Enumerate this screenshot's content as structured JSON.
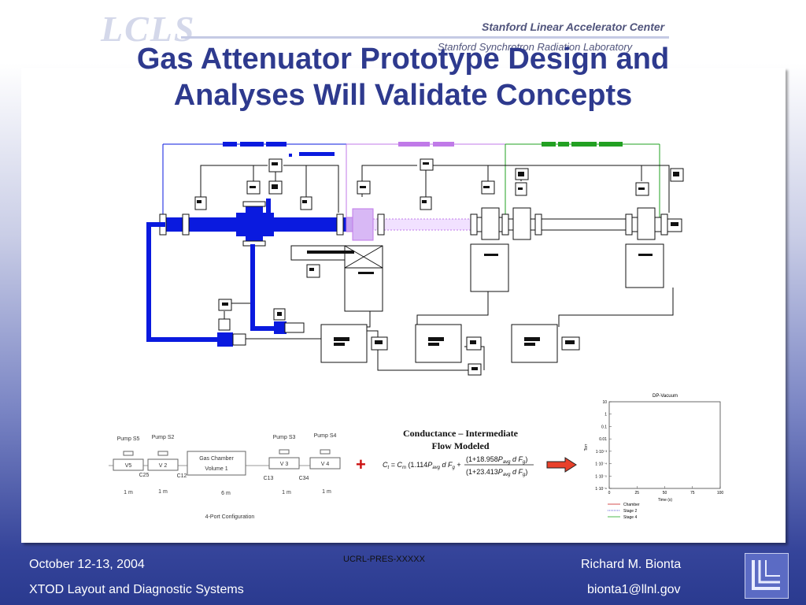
{
  "header": {
    "logo": "LCLS",
    "org_line1": "Stanford Linear Accelerator Center",
    "org_line2": "Stanford Synchrotron Radiation Laboratory",
    "title_line1": "Gas Attenuator Prototype Design and",
    "title_line2": "Analyses Will Validate Concepts"
  },
  "config": {
    "pumps": [
      "Pump S5",
      "Pump S2",
      "Pump S3",
      "Pump S4"
    ],
    "valves": [
      "V5",
      "V 2",
      "V 3",
      "V 4"
    ],
    "chamber_l1": "Gas Chamber",
    "chamber_l2": "Volume 1",
    "connectors": [
      "C25",
      "C12",
      "C13",
      "C34"
    ],
    "lengths": [
      "1 m",
      "1 m",
      "6 m",
      "1 m",
      "1 m"
    ],
    "caption": "4-Port Configuration"
  },
  "equation": {
    "plus": "+",
    "title_l1": "Conductance – Intermediate",
    "title_l2": "Flow Modeled"
  },
  "chart_data": {
    "type": "line",
    "title": "DP-Vacuum",
    "xlabel": "Time (s)",
    "ylabel": "Torr",
    "x_ticks": [
      "0",
      "25",
      "50",
      "75",
      "100"
    ],
    "y_ticks": [
      "10",
      "1",
      "0.1",
      "0.01",
      "1·10⁻³",
      "1·10⁻⁴",
      "1·10⁻⁵",
      "1·10⁻⁶"
    ],
    "xlim": [
      0,
      100
    ],
    "ylim": [
      1e-06,
      10
    ],
    "log_y": true,
    "series": [
      {
        "name": "Chamber",
        "color": "#cc2222",
        "style": "solid"
      },
      {
        "name": "Stage 2",
        "color": "#2222cc",
        "style": "dotted"
      },
      {
        "name": "Stage 4",
        "color": "#22aa22",
        "style": "solid"
      }
    ]
  },
  "footer": {
    "date": "October 12-13, 2004",
    "author": "Richard M. Bionta",
    "session": "XTOD Layout and Diagnostic Systems",
    "email": "bionta1@llnl.gov",
    "report_id": "UCRL-PRES-XXXXX"
  },
  "colors": {
    "title": "#2e3a8e",
    "blue_section": "#0a1adf",
    "purple_section": "#c07ae8",
    "green_section": "#22a022"
  }
}
